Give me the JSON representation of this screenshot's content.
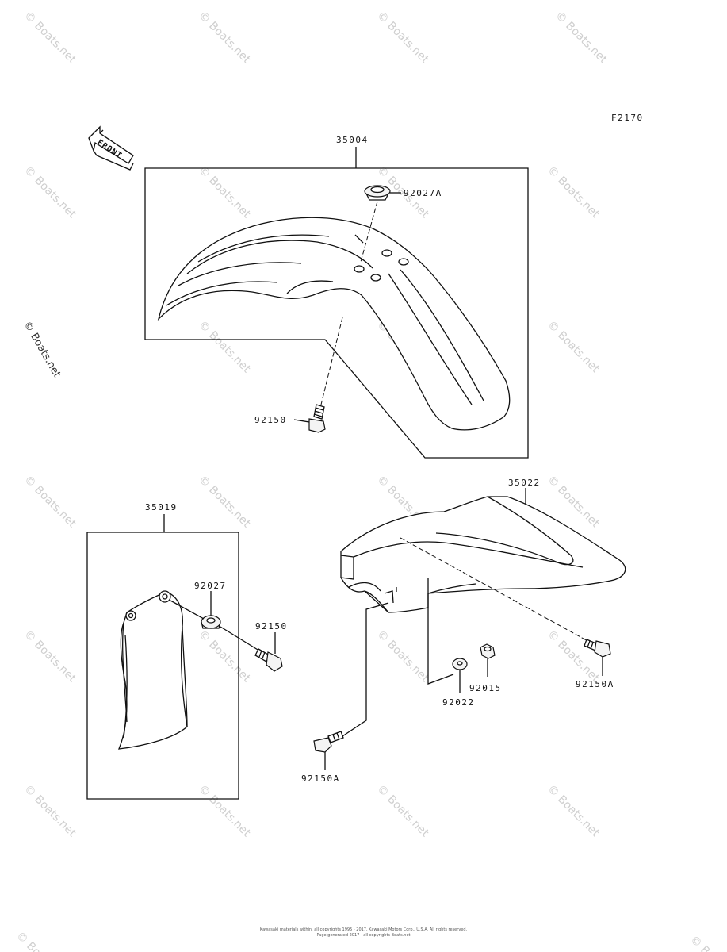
{
  "diagram_code": "F2170",
  "front_arrow_label": "FRONT",
  "watermark_text": "© Boats.net",
  "side_watermark": "© Boats.net",
  "parts": {
    "front_fender": "35004",
    "front_fender_grommet": "92027A",
    "front_fender_bolt": "92150",
    "fork_guard": "35019",
    "fork_guard_collar": "92027",
    "fork_guard_bolt": "92150",
    "rear_fender": "35022",
    "rear_fender_bolt_right": "92150A",
    "rear_fender_nut": "92015",
    "rear_fender_washer": "92022",
    "rear_fender_bolt_left": "92150A"
  },
  "footer": {
    "line1": "Kawasaki materials within, all copyrights 1995 - 2017, Kawasaki Motors Corp., U.S.A. All rights reserved.",
    "line2": "Page generated 2017 - all copyrights Boats.net"
  }
}
